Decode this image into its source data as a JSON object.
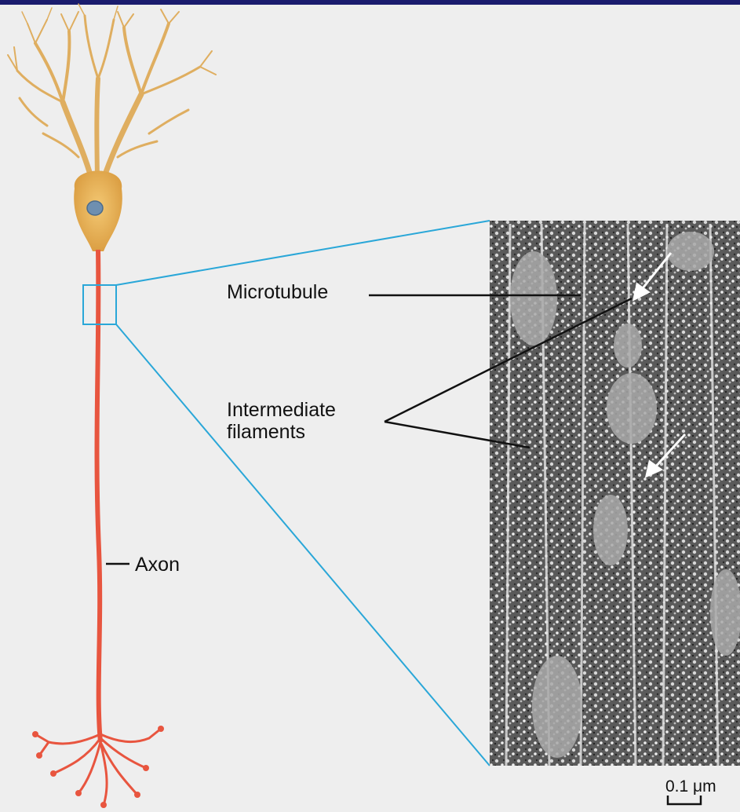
{
  "labels": {
    "microtubule": "Microtubule",
    "intermediate_line1": "Intermediate",
    "intermediate_line2": "filaments",
    "axon": "Axon",
    "scale_bar": "0.1 μm"
  },
  "colors": {
    "top_bar": "#1a1c6e",
    "zoom_lines": "#2aa7d8",
    "axon": "#e8553f",
    "soma": "#e9b560",
    "nucleus": "#6e8fb0"
  }
}
